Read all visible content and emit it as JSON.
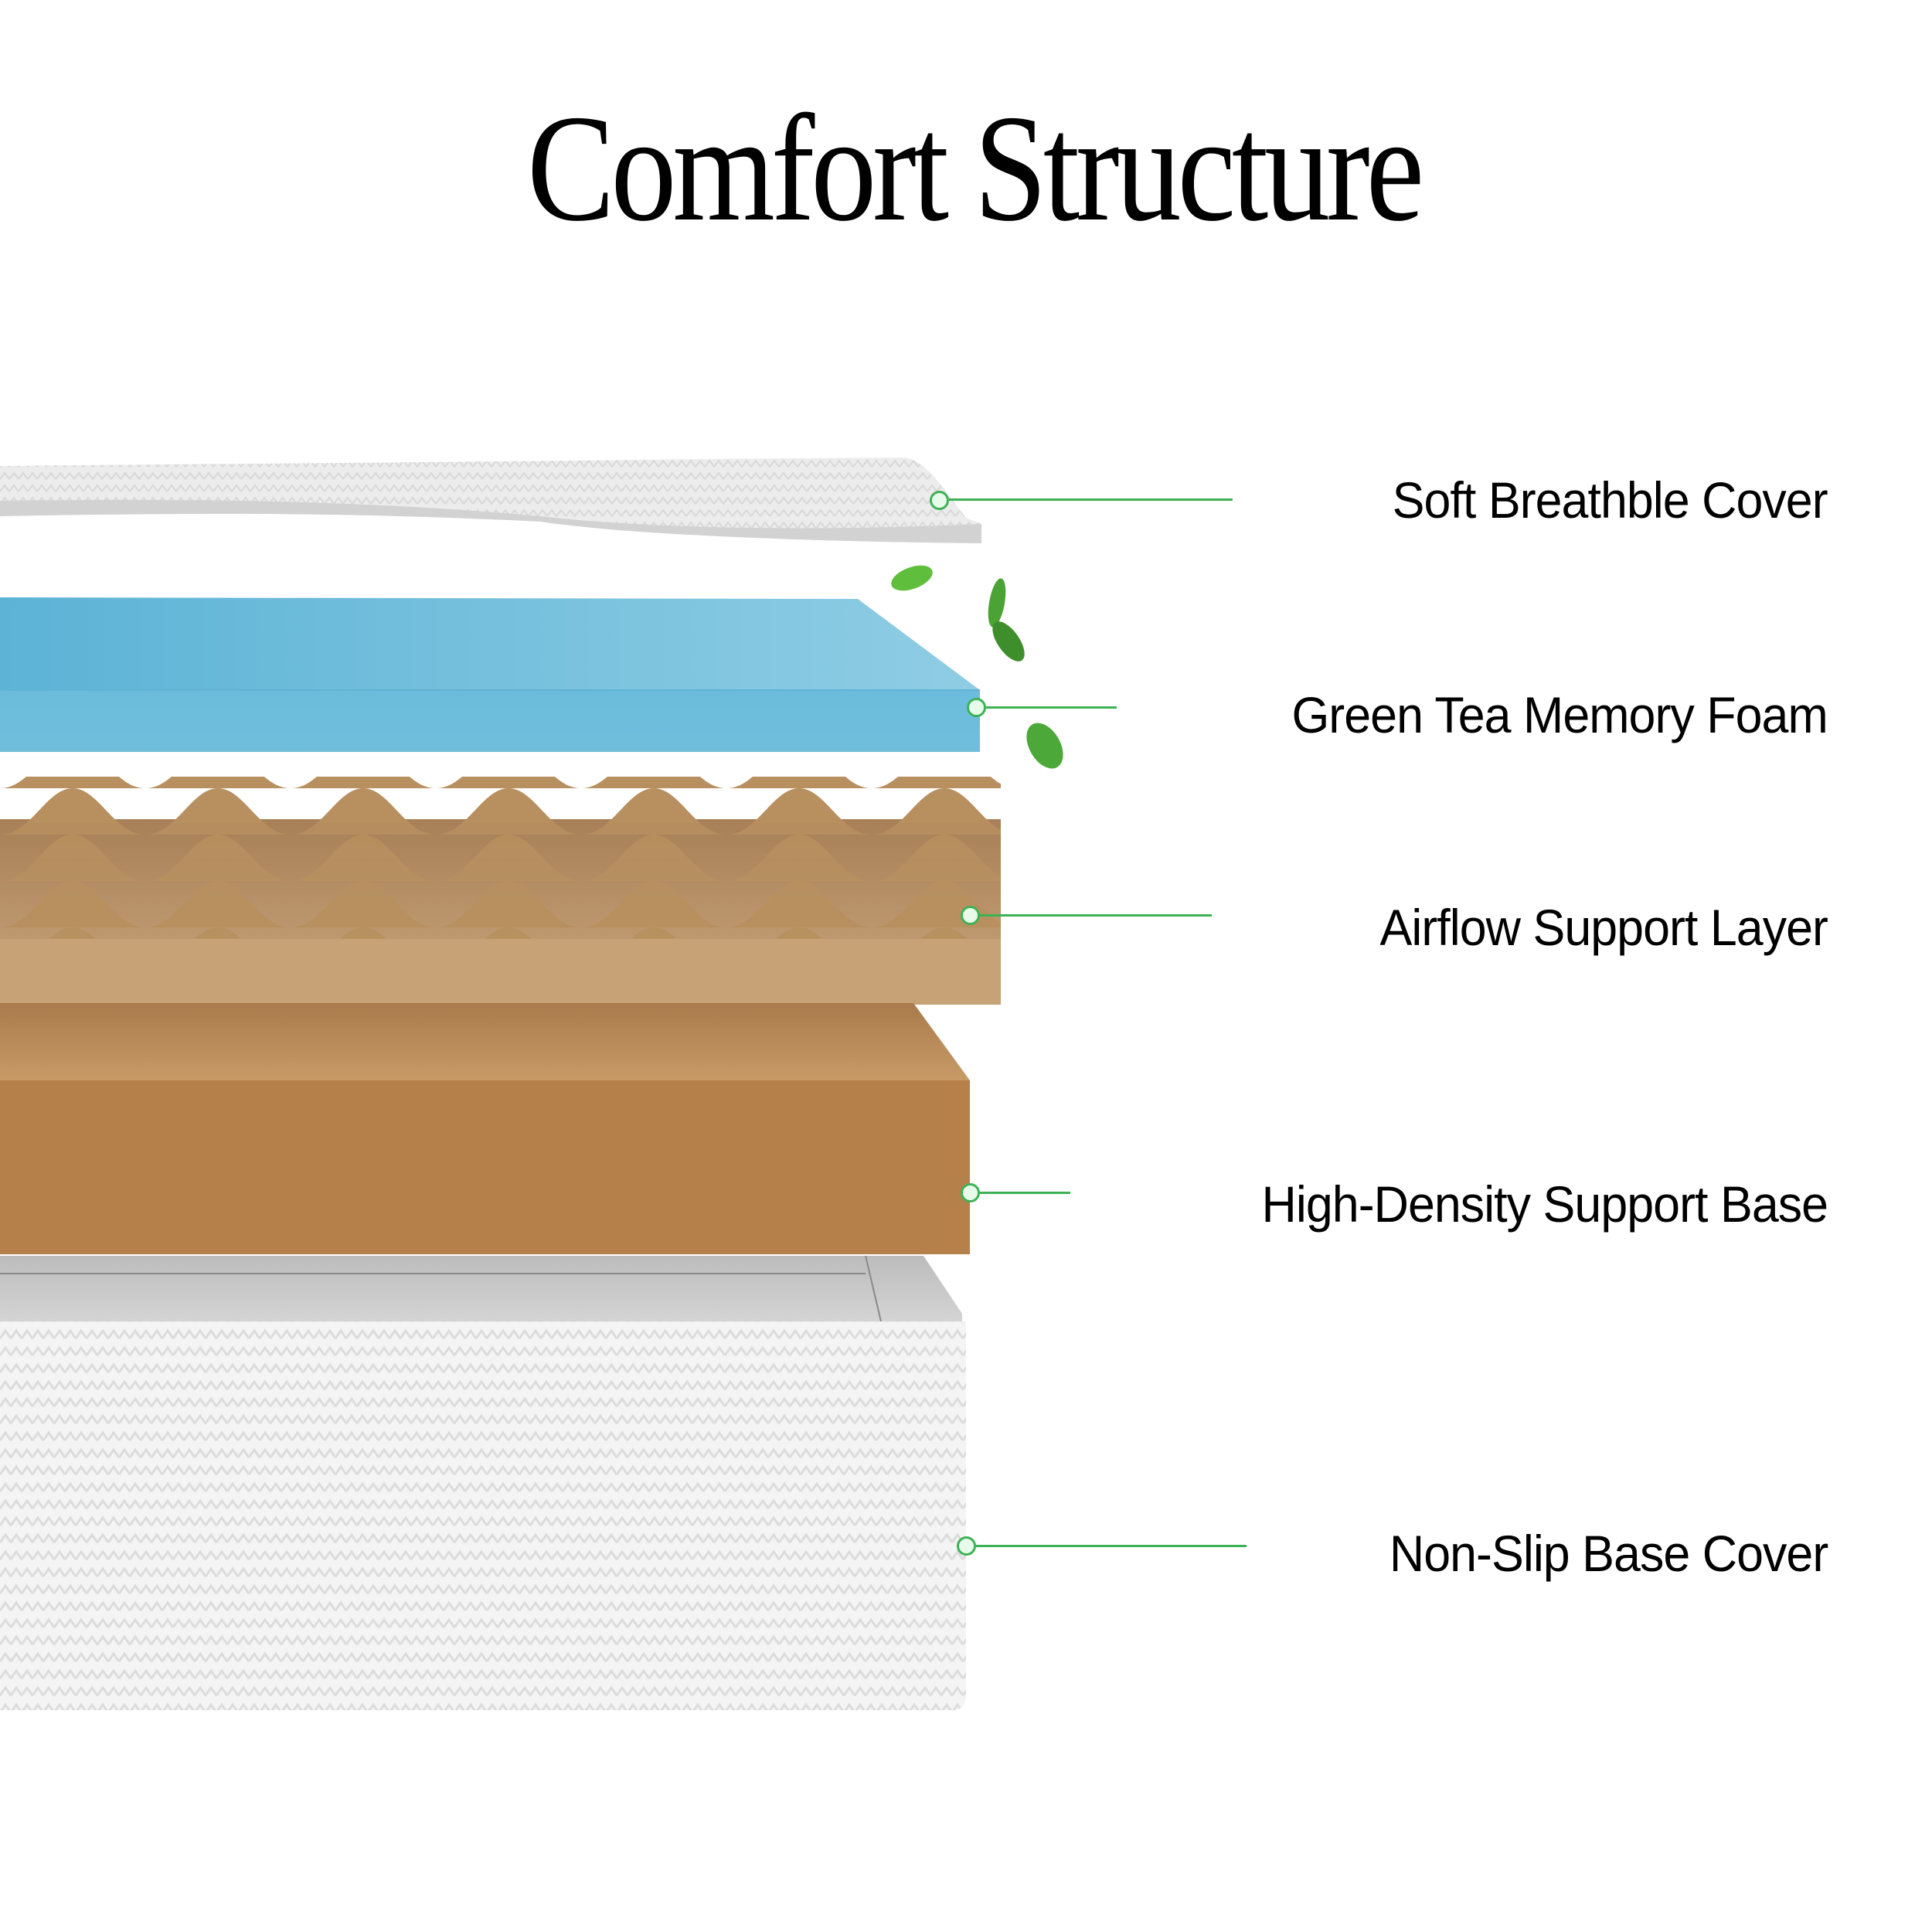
{
  "title": "Comfort Structure",
  "colors": {
    "accent_green": "#3db255",
    "dot_fill": "#e8fbea",
    "cover": "#e9e9e9",
    "memory_foam_blue": "#65b8d8",
    "airflow_foam": "#c9a57a",
    "support_base": "#b8834c",
    "base_cover": "#f6f6f6"
  },
  "layers": [
    {
      "id": "cover",
      "label": "Soft Breathble Cover",
      "icon": "cover-layer-icon"
    },
    {
      "id": "memory-foam",
      "label": "Green Tea Memory Foam",
      "icon": "leaf-icon"
    },
    {
      "id": "airflow",
      "label": "Airflow Support Layer",
      "icon": "egg-crate-icon"
    },
    {
      "id": "support-base",
      "label": "High-Density Support Base",
      "icon": "foam-block-icon"
    },
    {
      "id": "base-cover",
      "label": "Non-Slip Base Cover",
      "icon": "base-cover-icon"
    }
  ]
}
